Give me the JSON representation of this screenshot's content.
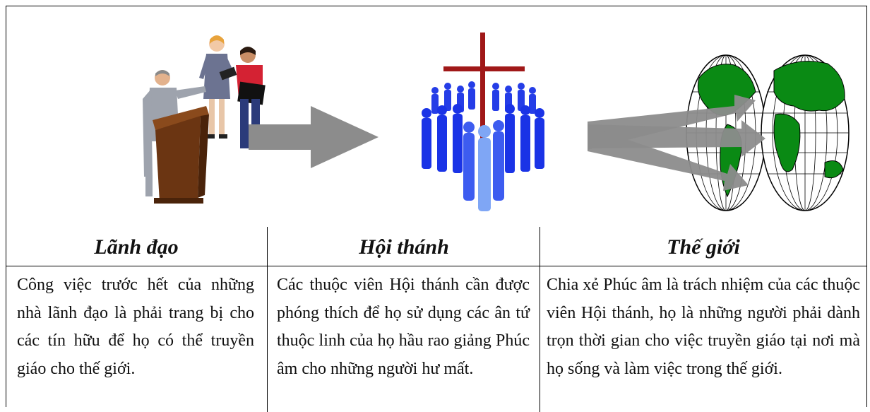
{
  "columns": [
    {
      "title": "Lãnh đạo",
      "description": "Công việc trước hết của những nhà lãnh đạo là phải trang bị cho các tín hữu để họ có thể truyền giáo cho thế giới.",
      "illustration_icon": "leaders-at-podium-icon"
    },
    {
      "title": "Hội thánh",
      "description": "Các thuộc viên Hội thánh cần được phóng thích để họ sử dụng các ân tứ thuộc linh của họ hầu rao giảng Phúc âm cho những người hư mất.",
      "illustration_icon": "cross-and-crowd-icon"
    },
    {
      "title": "Thế giới",
      "description": "Chia xẻ Phúc âm là trách nhiệm của các thuộc viên Hội thánh, họ là những người phải dành trọn thời gian cho việc truyền giáo tại nơi mà họ sống và làm việc trong thế giới.",
      "illustration_icon": "world-map-icon"
    }
  ],
  "colors": {
    "arrow": "#8c8c8c",
    "cross": "#a01818",
    "crowd": "#1a33e6",
    "land": "#0a8a14",
    "podium": "#6b3512"
  }
}
